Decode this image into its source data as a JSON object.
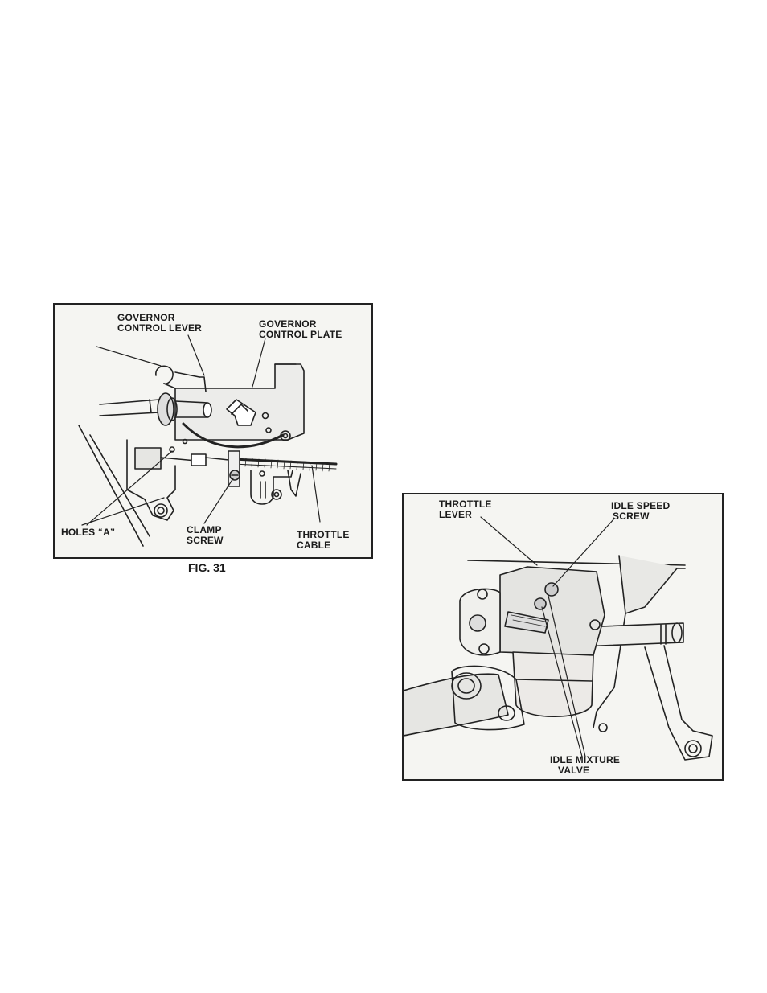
{
  "fig31": {
    "caption": "FIG. 31",
    "labels": {
      "governor_control_lever": [
        "GOVERNOR",
        "CONTROL LEVER"
      ],
      "governor_control_plate": [
        "GOVERNOR",
        "CONTROL PLATE"
      ],
      "holes_a": [
        "HOLES “A”"
      ],
      "clamp_screw": [
        "CLAMP",
        "SCREW"
      ],
      "throttle_cable": [
        "THROTTLE",
        "CABLE"
      ]
    }
  },
  "fig32": {
    "labels": {
      "throttle_lever": [
        "THROTTLE",
        "LEVER"
      ],
      "idle_speed_screw": [
        "IDLE SPEED",
        "SCREW"
      ],
      "idle_mixture_valve": [
        "IDLE MIXTURE",
        "VALVE"
      ]
    }
  }
}
